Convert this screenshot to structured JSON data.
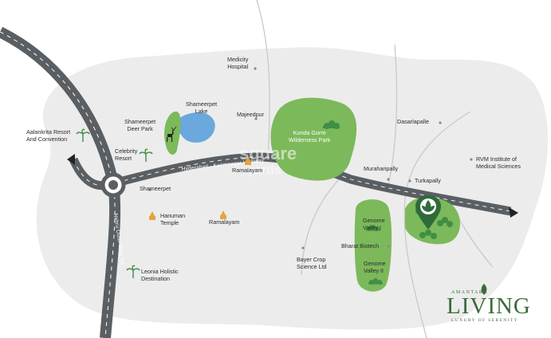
{
  "colors": {
    "background_blob": "#ececec",
    "road": "#5a5f63",
    "road_edge": "#ffffff",
    "park_green": "#7cb95a",
    "tree_green": "#3f8f45",
    "water": "#6aa8dd",
    "thin_road": "#c9c9c9",
    "temple": "#e5a43c",
    "brand_green": "#3b6b3a",
    "dot": "#8a8a8a"
  },
  "labels": {
    "medicity_hospital": "Medicity\nHospital",
    "shameerpet_lake": "Shameerpet\nLake",
    "shameerpet_deer_park": "Shameerpet\nDeer Park",
    "majeedpur": "Majeedpur",
    "konda_gorre": "Konda Gorre\nWilderness Park",
    "dasarlapalle": "Dasarlapalle",
    "aalankrita_resort": "Aalankrita Resort\nAnd Convention",
    "celebrity_resort": "Celebrity\nResort",
    "shameerpet": "Shameerpet",
    "ramalayam_top": "Ramalayam",
    "hanuman_temple": "Hanuman\nTemple",
    "ramalayam_bottom": "Ramalayam",
    "muraharipally": "Muraharipally",
    "turkapally": "Turkapally",
    "rvm_institute": "RVM Institute of\nMedical Sciences",
    "genome_valley_1": "Genome\nValley I",
    "bharat_biotech": "Bharat Biotech",
    "genome_valley_2": "Genome\nValley II",
    "bayer_crop": "Bayer Crop\nScience Ltd",
    "leonia": "Leonia Holistic\nDestination"
  },
  "road_labels": {
    "hyderabad_karimnagar": "Hyderabad - Karimnagar Highway",
    "nehru_orr": "Nehru Outer Ring Rd"
  },
  "brand": {
    "top": "AMANTARA",
    "name": "LIVING",
    "tagline": "LUXURY OF SERENITY"
  },
  "watermark": {
    "line1": "square",
    "line2": "yards"
  },
  "icons": {
    "project": "leaf-location-pin-icon",
    "temple": "temple-icon",
    "resort": "palm-tree-icon",
    "deer": "deer-icon",
    "trees": "tree-cluster-icon",
    "road_end": "arrow-icon"
  }
}
